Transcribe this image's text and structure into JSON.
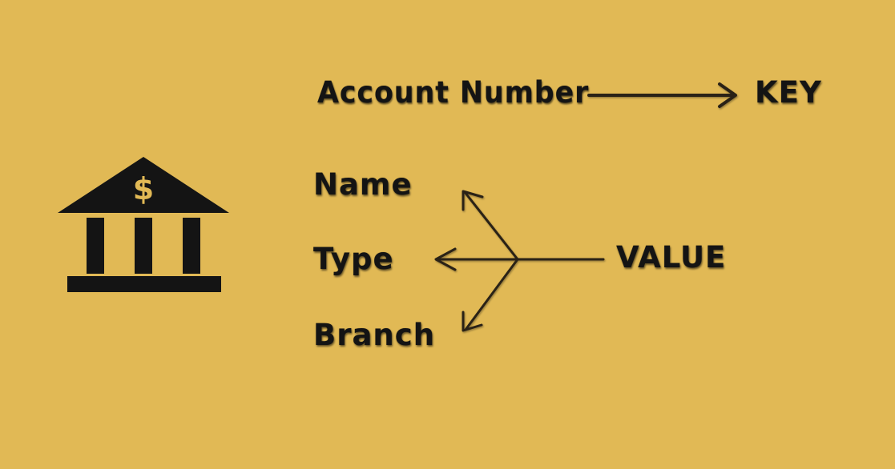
{
  "key_row": {
    "account_label": "Account Number",
    "key_label": "KEY"
  },
  "value_fields": {
    "name_label": "Name",
    "type_label": "Type",
    "branch_label": "Branch",
    "value_label": "VALUE"
  },
  "icons": {
    "bank": "bank-building-icon",
    "dollar_sign": "$"
  },
  "colors": {
    "background": "#e1b955",
    "ink": "#141414",
    "arrow": "#2a2418"
  }
}
